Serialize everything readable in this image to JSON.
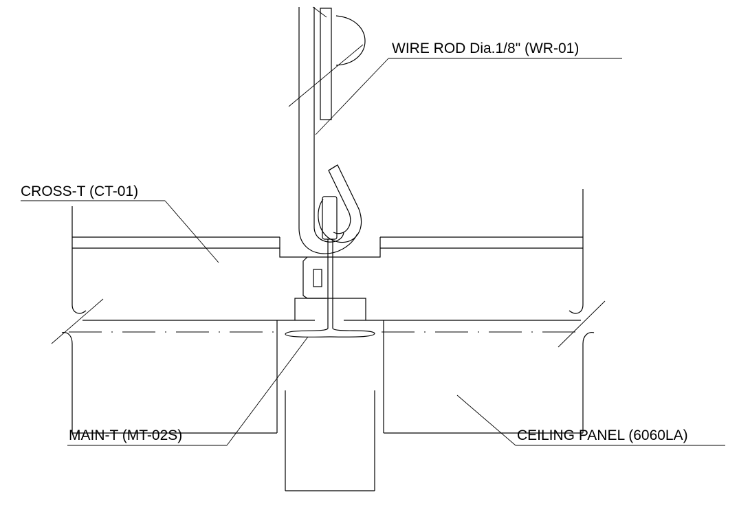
{
  "labels": {
    "wire_rod": "WIRE ROD Dia.1/8\" (WR-01)",
    "cross_t": "CROSS-T (CT-01)",
    "main_t": "MAIN-T (MT-02S)",
    "ceiling_panel": "CEILING PANEL (6060LA)"
  }
}
